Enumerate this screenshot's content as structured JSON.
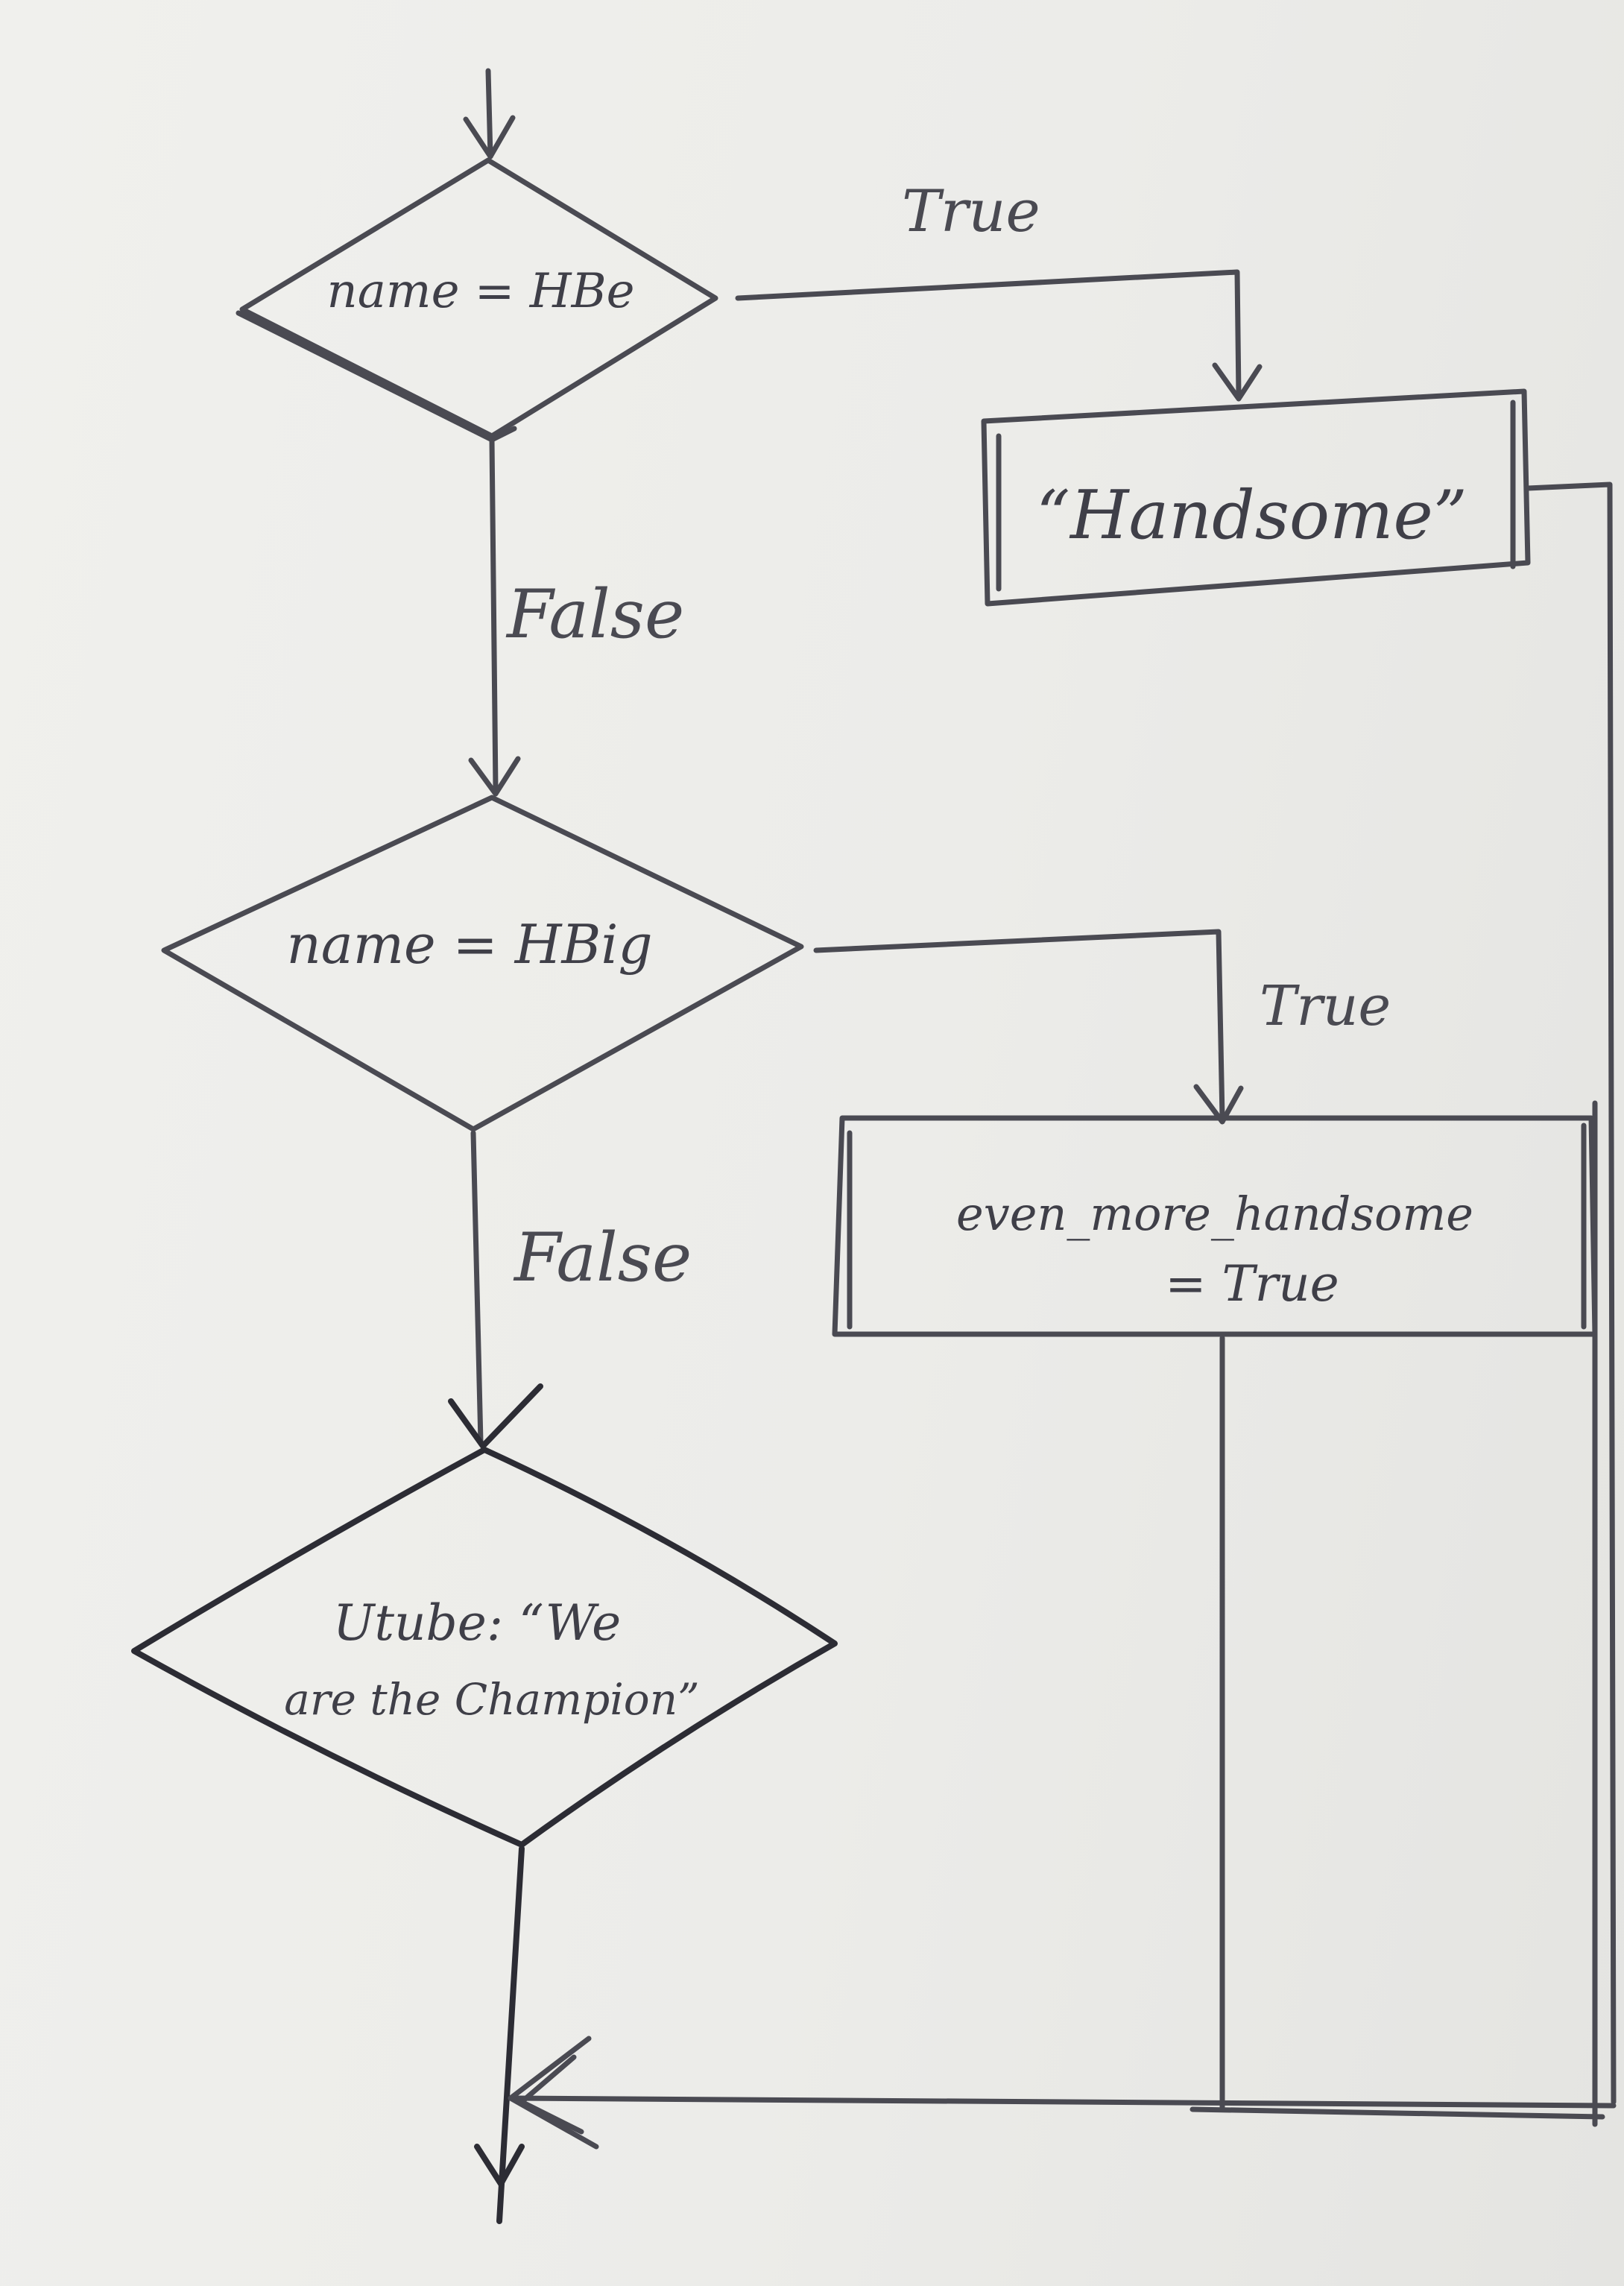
{
  "nodes": {
    "decision1": {
      "text": "name = HBe"
    },
    "process1": {
      "text": "“Handsome”"
    },
    "decision2": {
      "text": "name = HBig"
    },
    "process2": {
      "line1": "even_more_handsome",
      "line2": "= True"
    },
    "decision3": {
      "line1": "Utube: “We",
      "line2": "are the Champion”"
    }
  },
  "edges": {
    "d1_true": "True",
    "d1_false": "False",
    "d2_true": "True",
    "d2_false": "False"
  },
  "colors": {
    "ink": "#4a4a52",
    "ink_dark": "#2c2c34",
    "paper": "#ecece9"
  }
}
